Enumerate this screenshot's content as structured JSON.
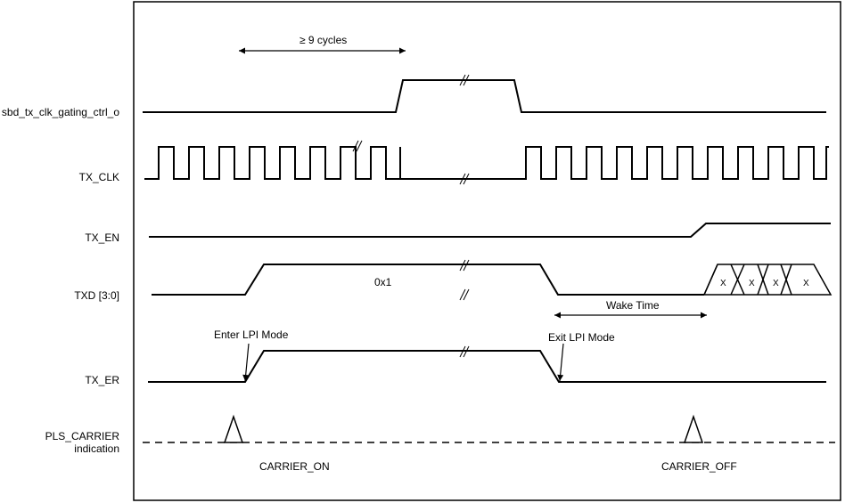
{
  "signals": {
    "gating": "sbd_tx_clk_gating_ctrl_o",
    "tx_clk": "TX_CLK",
    "tx_en": "TX_EN",
    "txd": "TXD [3:0]",
    "tx_er": "TX_ER",
    "pls_carrier_line1": "PLS_CARRIER",
    "pls_carrier_line2": "indication"
  },
  "annotations": {
    "cycles": "≥ 9 cycles",
    "txd_value": "0x1",
    "wake_time": "Wake Time",
    "enter_lpi": "Enter LPI Mode",
    "exit_lpi": "Exit LPI Mode",
    "carrier_on": "CARRIER_ON",
    "carrier_off": "CARRIER_OFF",
    "bus_x": [
      "X",
      "X",
      "X",
      "X"
    ]
  }
}
